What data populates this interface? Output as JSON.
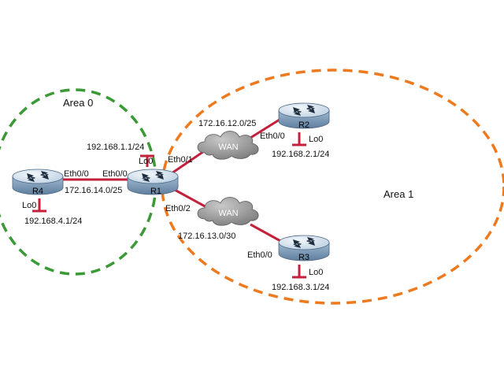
{
  "colors": {
    "area0_border": "#3a9a35",
    "area1_border": "#ee7a1f",
    "link": "#c41f3b",
    "router_body": "#8aa7c2",
    "router_top": "#dce8f3",
    "cloud": "#9a9a9a"
  },
  "areas": {
    "area0": "Area 0",
    "area1": "Area 1"
  },
  "routers": {
    "r1": {
      "name": "R1",
      "lo_label": "Lo0",
      "lo_ip": "192.168.1.1/24"
    },
    "r2": {
      "name": "R2",
      "lo_label": "Lo0",
      "lo_ip": "192.168.2.1/24"
    },
    "r3": {
      "name": "R3",
      "lo_label": "Lo0",
      "lo_ip": "192.168.3.1/24"
    },
    "r4": {
      "name": "R4",
      "lo_label": "Lo0",
      "lo_ip": "192.168.4.1/24"
    }
  },
  "clouds": {
    "top": "WAN",
    "bottom": "WAN"
  },
  "links": {
    "r1_r4": {
      "subnet": "172.16.14.0/25",
      "r4_if": "Eth0/0",
      "r1_if": "Eth0/0"
    },
    "r1_r2": {
      "subnet": "172.16.12.0/25",
      "r1_if": "Eth0/1",
      "r2_if": "Eth0/0"
    },
    "r1_r3": {
      "subnet": "172.16.13.0/30",
      "r1_if": "Eth0/2",
      "r3_if": "Eth0/0"
    }
  }
}
